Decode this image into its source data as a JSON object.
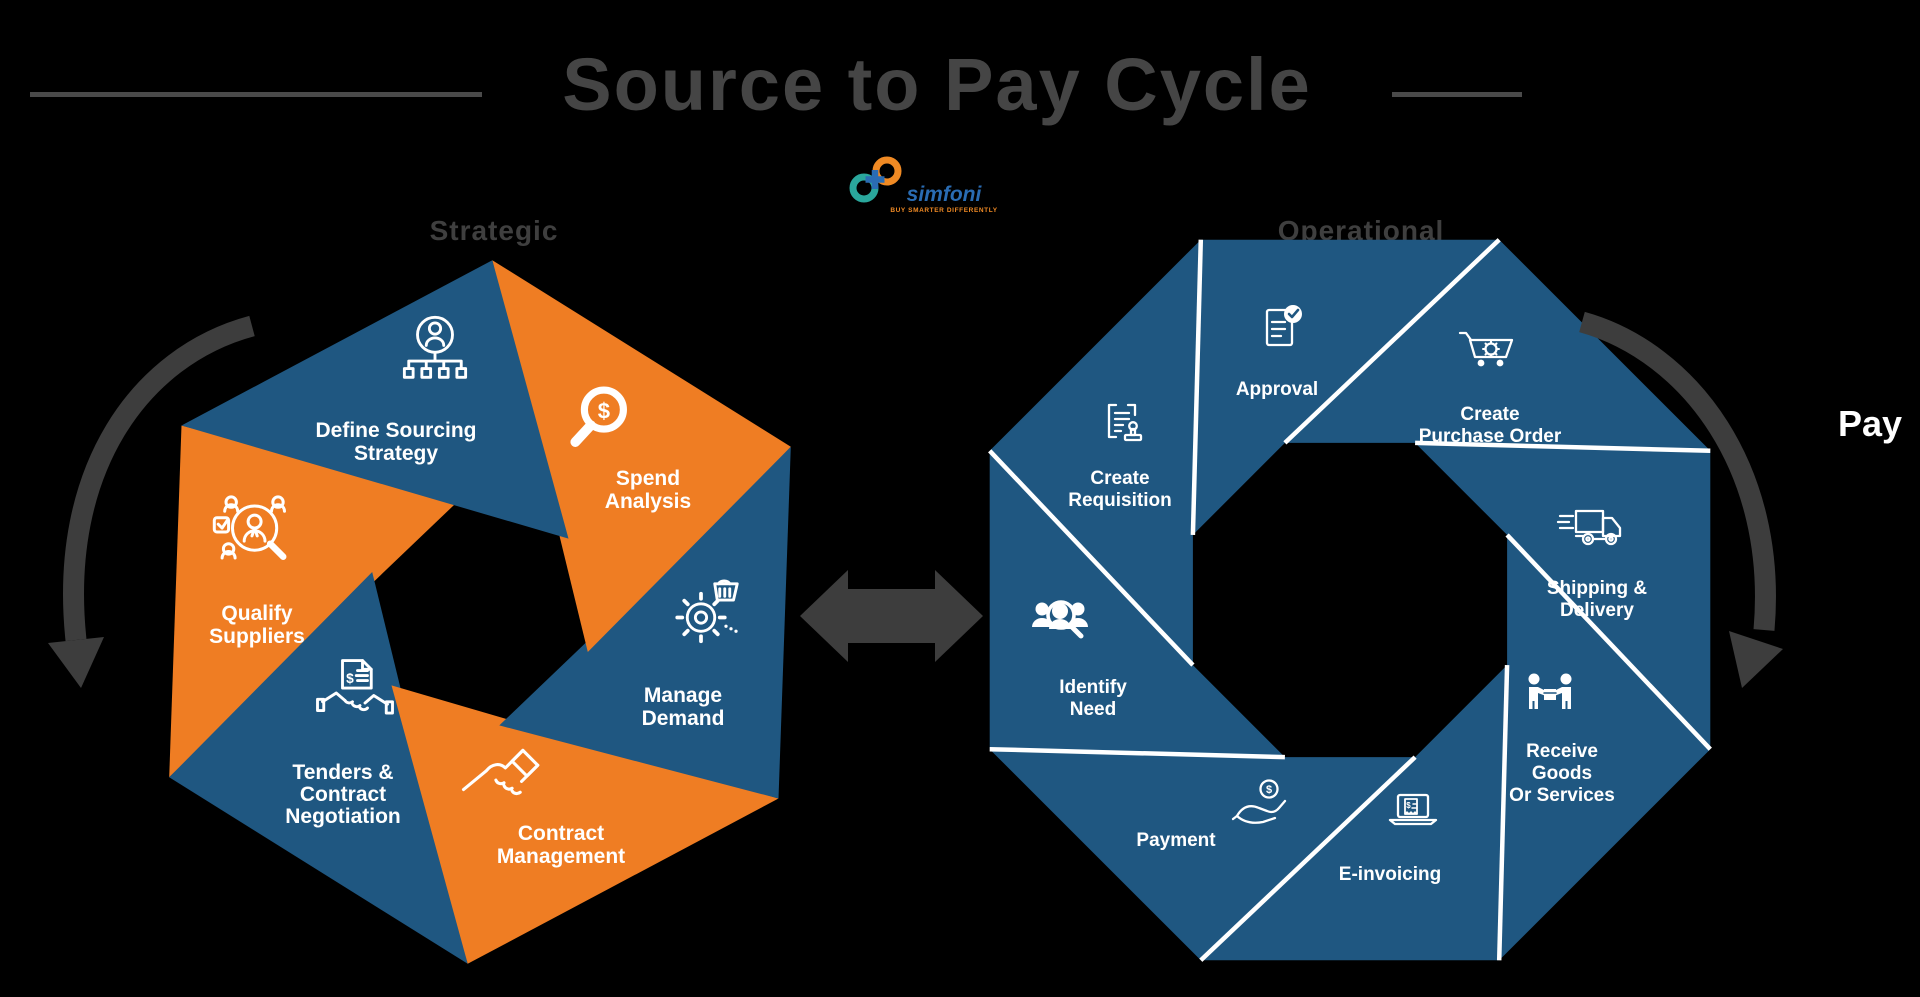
{
  "title": {
    "text": "Source to Pay Cycle"
  },
  "logo": {
    "name": "simfoni",
    "tagline": "BUY SMARTER DIFFERENTLY"
  },
  "sections": {
    "strategic": "Strategic",
    "operational": "Operational"
  },
  "pay_label": "Pay",
  "colors": {
    "blue": "#1f5781",
    "orange": "#ef7d23",
    "title_gray": "#454545",
    "section_gray": "#3f3f3f",
    "arrow_gray": "#3d3d3d",
    "white": "#ffffff",
    "logo_teal": "#2aa79c",
    "logo_orange": "#f08a24",
    "logo_blue": "#2a6cb3"
  },
  "strategic_segments": [
    {
      "id": "define-sourcing-strategy",
      "color": "blue",
      "icon": "org-chart-icon",
      "lines": [
        "Define Sourcing",
        "Strategy"
      ]
    },
    {
      "id": "spend-analysis",
      "color": "orange",
      "icon": "magnifier-dollar-icon",
      "lines": [
        "Spend",
        "Analysis"
      ]
    },
    {
      "id": "manage-demand",
      "color": "blue",
      "icon": "gear-basket-icon",
      "lines": [
        "Manage",
        "Demand"
      ]
    },
    {
      "id": "contract-management",
      "color": "orange",
      "icon": "handshake-icon",
      "lines": [
        "Contract",
        "Management"
      ]
    },
    {
      "id": "tenders-contract-negotiation",
      "color": "blue",
      "icon": "document-handshake-icon",
      "lines": [
        "Tenders &",
        "Contract",
        "Negotiation"
      ]
    },
    {
      "id": "qualify-suppliers",
      "color": "orange",
      "icon": "supplier-magnifier-icon",
      "lines": [
        "Qualify",
        "Suppliers"
      ]
    }
  ],
  "operational_segments": [
    {
      "id": "approval",
      "icon": "approved-document-icon",
      "lines": [
        "Approval"
      ]
    },
    {
      "id": "create-purchase-order",
      "icon": "cart-gear-icon",
      "lines": [
        "Create",
        "Purchase Order"
      ]
    },
    {
      "id": "shipping-delivery",
      "icon": "truck-icon",
      "lines": [
        "Shipping &",
        "Delivery"
      ]
    },
    {
      "id": "receive-goods-or-services",
      "icon": "receive-box-icon",
      "lines": [
        "Receive",
        "Goods",
        "Or Services"
      ]
    },
    {
      "id": "e-invoicing",
      "icon": "laptop-invoice-icon",
      "lines": [
        "E-invoicing"
      ]
    },
    {
      "id": "payment",
      "icon": "hand-coin-icon",
      "lines": [
        "Payment"
      ]
    },
    {
      "id": "identify-need",
      "icon": "people-magnifier-icon",
      "lines": [
        "Identify",
        "Need"
      ]
    },
    {
      "id": "create-requisition",
      "icon": "document-stamp-icon",
      "lines": [
        "Create",
        "Requisition"
      ]
    }
  ]
}
